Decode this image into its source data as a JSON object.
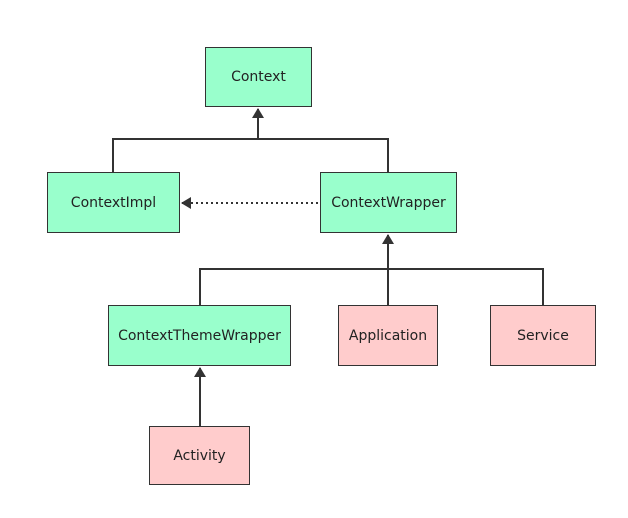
{
  "nodes": {
    "context": {
      "label": "Context",
      "color": "#99ffcc"
    },
    "context_impl": {
      "label": "ContextImpl",
      "color": "#99ffcc"
    },
    "context_wrapper": {
      "label": "ContextWrapper",
      "color": "#99ffcc"
    },
    "context_theme_wrapper": {
      "label": "ContextThemeWrapper",
      "color": "#99ffcc"
    },
    "application": {
      "label": "Application",
      "color": "#ffcccc"
    },
    "service": {
      "label": "Service",
      "color": "#ffcccc"
    },
    "activity": {
      "label": "Activity",
      "color": "#ffcccc"
    }
  },
  "edges": [
    {
      "from": "ContextImpl",
      "to": "Context",
      "style": "solid",
      "arrow": "filled-triangle"
    },
    {
      "from": "ContextWrapper",
      "to": "Context",
      "style": "solid",
      "arrow": "filled-triangle"
    },
    {
      "from": "ContextWrapper",
      "to": "ContextImpl",
      "style": "dotted",
      "arrow": "filled-triangle"
    },
    {
      "from": "ContextThemeWrapper",
      "to": "ContextWrapper",
      "style": "solid",
      "arrow": "filled-triangle"
    },
    {
      "from": "Application",
      "to": "ContextWrapper",
      "style": "solid",
      "arrow": "filled-triangle"
    },
    {
      "from": "Service",
      "to": "ContextWrapper",
      "style": "solid",
      "arrow": "filled-triangle"
    },
    {
      "from": "Activity",
      "to": "ContextThemeWrapper",
      "style": "solid",
      "arrow": "filled-triangle"
    }
  ],
  "colors": {
    "android_framework_class": "#99ffcc",
    "app_component": "#ffcccc",
    "line": "#333333"
  }
}
